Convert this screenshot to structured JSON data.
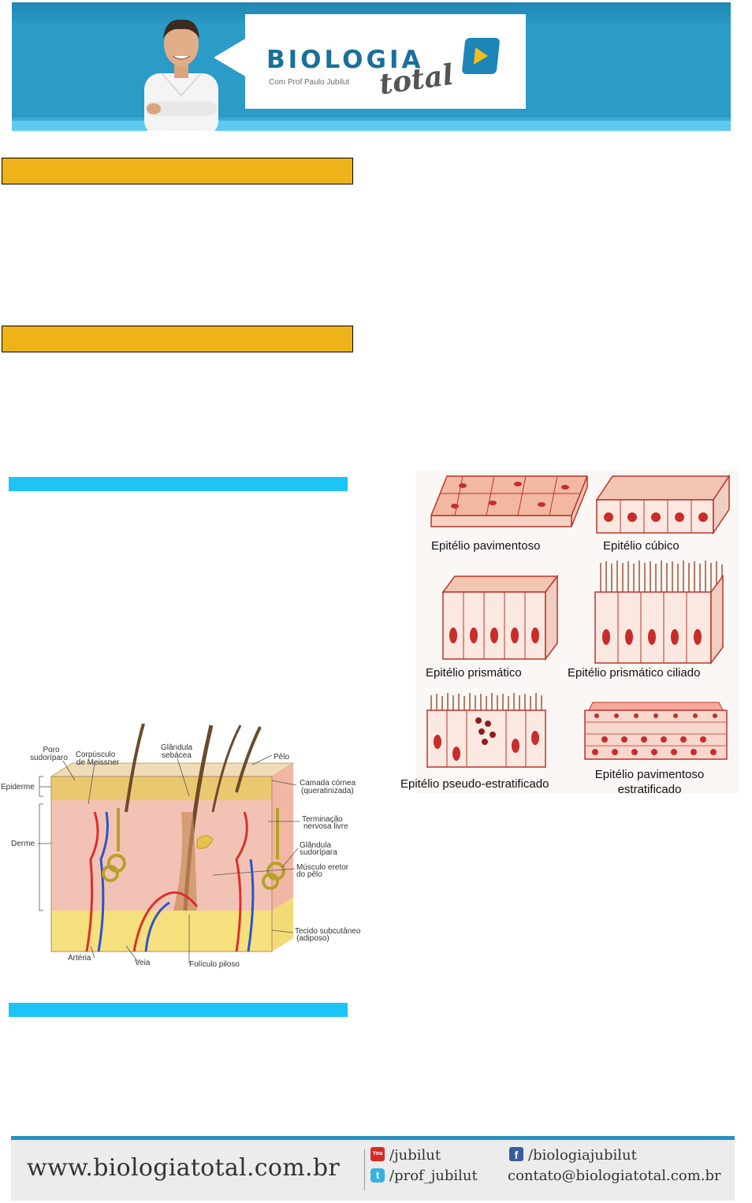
{
  "header": {
    "logo_title": "BIOLOGIA",
    "logo_script": "total",
    "logo_subtitle": "Com Prof Paulo Jubilut"
  },
  "epithelium_figure": {
    "labels": {
      "pavimentoso": "Epitélio pavimentoso",
      "cubico": "Epitélio cúbico",
      "prismatico": "Epitélio prismático",
      "prismatico_ciliado": "Epitélio prismático ciliado",
      "pseudo": "Epitélio pseudo-estratificado",
      "estratificado_1": "Epitélio pavimentoso",
      "estratificado_2": "estratificado"
    }
  },
  "skin_figure": {
    "labels": {
      "poro_1": "Poro",
      "poro_2": "sudoríparo",
      "corpusculo_1": "Corpúsculo",
      "corpusculo_2": "de Meissner",
      "glandula_sebacea_1": "Glândula",
      "glandula_sebacea_2": "sebácea",
      "pelo": "Pêlo",
      "epiderme": "Epiderme",
      "camada_cornea_1": "Camada córnea",
      "camada_cornea_2": "(queratinizada)",
      "terminacao_1": "Terminação",
      "terminacao_2": "nervosa livre",
      "derme": "Derme",
      "glandula_sudoripara_1": "Glândula",
      "glandula_sudoripara_2": "sudorípara",
      "musculo_1": "Músculo eretor",
      "musculo_2": "do pêlo",
      "tecido_1": "Tecido subcutâneo",
      "tecido_2": "(adiposo)",
      "arteria": "Artéria",
      "veia": "Veia",
      "foliculo": "Folículo piloso"
    }
  },
  "footer": {
    "site": "www.biologiatotal.com.br",
    "youtube": "/jubilut",
    "twitter": "/prof_jubilut",
    "facebook": "/biologiajubilut",
    "email": "contato@biologiatotal.com.br"
  }
}
